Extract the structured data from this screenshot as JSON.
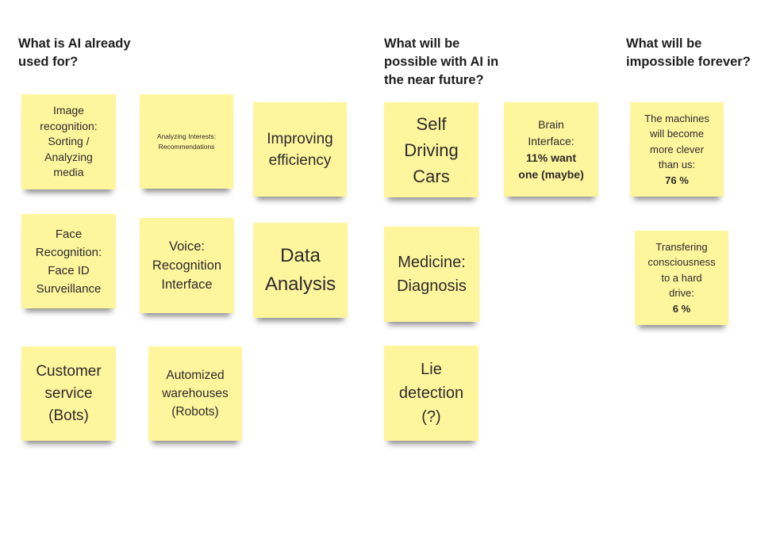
{
  "columns": [
    {
      "title_line1": "What is AI already",
      "title_line2": "used for?"
    },
    {
      "title_line1": "What will be",
      "title_line2": "possible with AI in",
      "title_line3": "the near future?"
    },
    {
      "title_line1": "What will be",
      "title_line2": "impossible forever?"
    }
  ],
  "notes": {
    "image_recognition": {
      "l1": "Image",
      "l2": "recognition:",
      "l3": "Sorting /",
      "l4": "Analyzing",
      "l5": "media"
    },
    "analyzing_interests": {
      "l1": "Analyzing Interests:",
      "l2": "Recommendations"
    },
    "improving_efficiency": {
      "l1": "Improving",
      "l2": "efficiency"
    },
    "face_recognition": {
      "l1": "Face",
      "l2": "Recognition:",
      "l3": "Face ID",
      "l4": "Surveillance"
    },
    "voice": {
      "l1": "Voice:",
      "l2": "Recognition",
      "l3": "Interface"
    },
    "data_analysis": {
      "l1": "Data",
      "l2": "Analysis"
    },
    "customer_service": {
      "l1": "Customer",
      "l2": "service",
      "l3": "(Bots)"
    },
    "automized_warehouses": {
      "l1": "Automized",
      "l2": "warehouses",
      "l3": "(Robots)"
    },
    "self_driving": {
      "l1": "Self",
      "l2": "Driving",
      "l3": "Cars"
    },
    "brain_interface": {
      "l1": "Brain",
      "l2": "Interface:",
      "l3": "11% want",
      "l4": "one (maybe)"
    },
    "medicine": {
      "l1": "Medicine:",
      "l2": "Diagnosis"
    },
    "lie_detection": {
      "l1": "Lie",
      "l2": "detection",
      "l3": "(?)"
    },
    "machines_clever": {
      "l1": "The machines",
      "l2": "will become",
      "l3": "more clever",
      "l4": "than us:",
      "l5": "76 %"
    },
    "consciousness": {
      "l1": "Transfering",
      "l2": "consciousness",
      "l3": "to a hard",
      "l4": "drive:",
      "l5": "6 %"
    }
  },
  "colors": {
    "sticky_note": "#fff59d",
    "background": "#ffffff"
  }
}
